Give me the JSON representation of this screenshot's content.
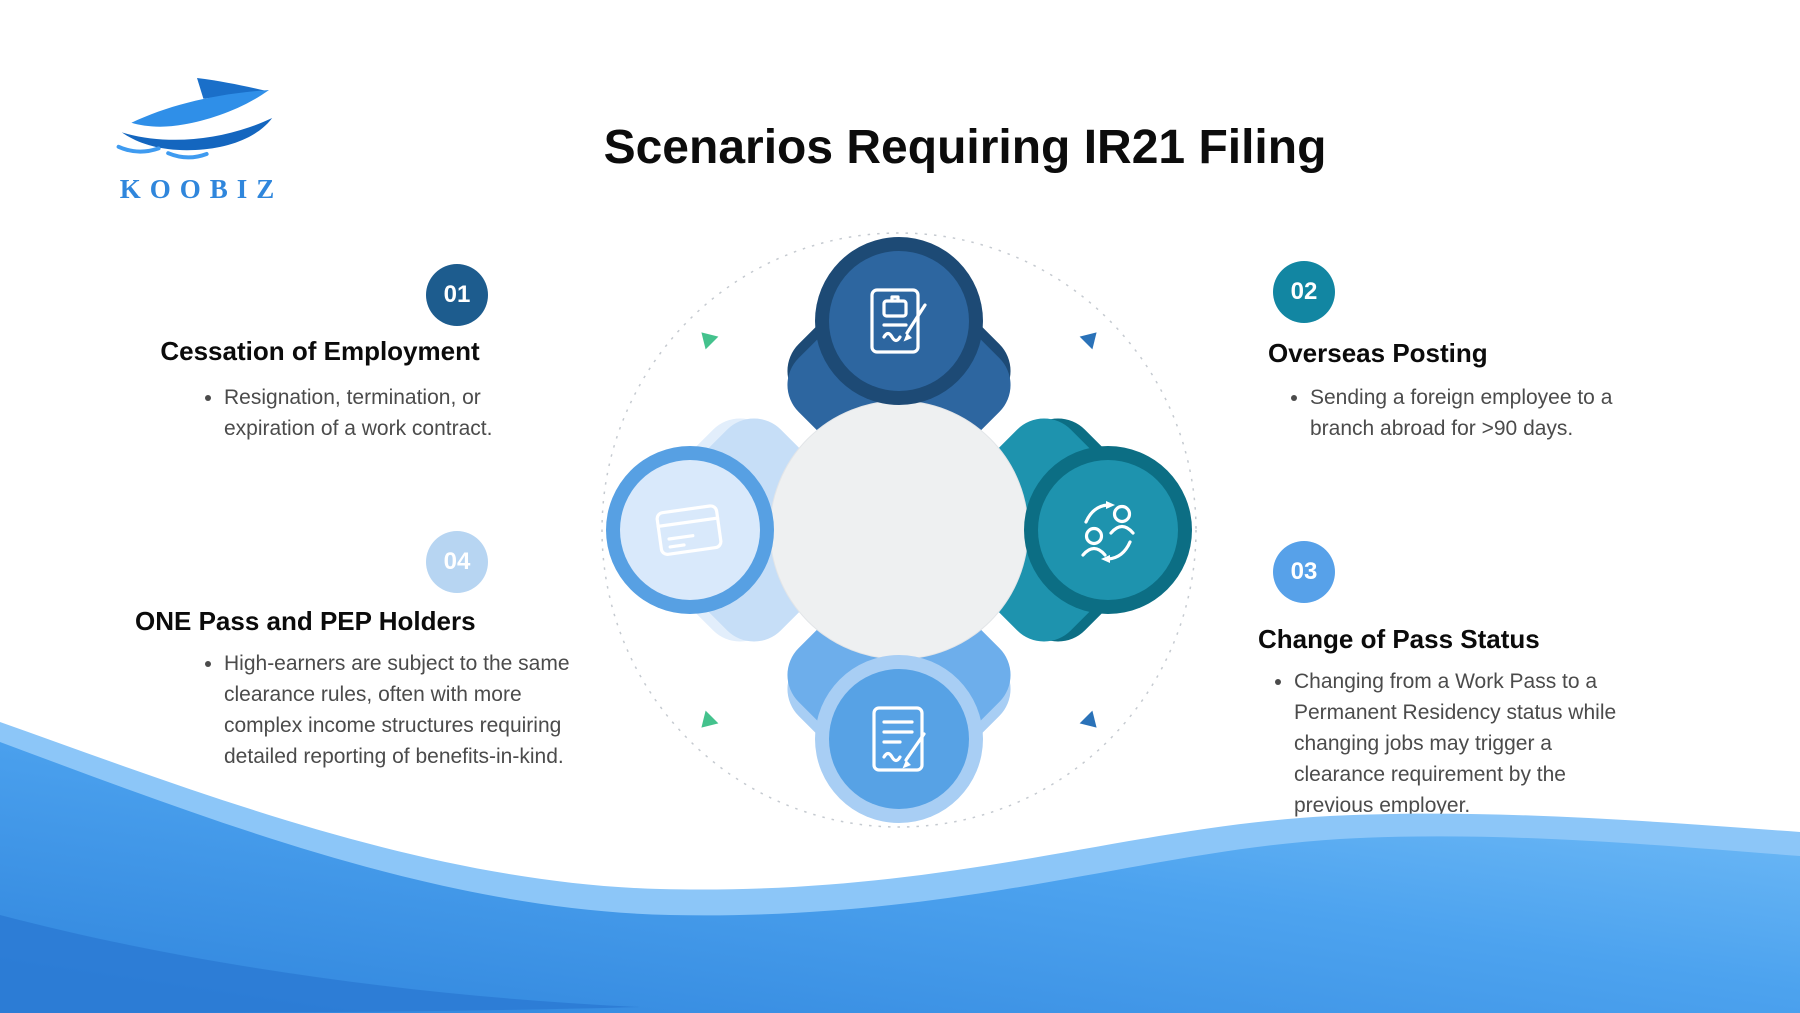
{
  "brand": {
    "name": "KOOBIZ"
  },
  "title": "Scenarios Requiring IR21 Filing",
  "scenarios": [
    {
      "number": "01",
      "heading": "Cessation of Employment",
      "body": "Resignation, termination, or expiration of a work contract.",
      "badge_color": "#1d5c8e"
    },
    {
      "number": "02",
      "heading": "Overseas Posting",
      "body": "Sending a foreign employee to a branch abroad for >90 days.",
      "badge_color": "#1286a2"
    },
    {
      "number": "03",
      "heading": "Change of Pass Status",
      "body": "Changing from a Work Pass to a Permanent Residency status while changing jobs may trigger a clearance requirement by the previous employer.",
      "badge_color": "#57a1e9"
    },
    {
      "number": "04",
      "heading": "ONE Pass and PEP Holders",
      "body": "High-earners are subject to the same clearance rules, often with more complex income structures requiring detailed reporting of benefits-in-kind.",
      "badge_color": "#b7d5f2"
    }
  ],
  "diagram": {
    "center_color": "#eef0f1",
    "nodes": [
      {
        "position": "top",
        "icon": "employment-contract-icon",
        "color": "#2d66a0",
        "ring_color": "#1d4a75"
      },
      {
        "position": "right",
        "icon": "employee-transfer-icon",
        "color": "#1e93ae",
        "ring_color": "#0c6e84"
      },
      {
        "position": "bottom",
        "icon": "signed-document-icon",
        "color": "#57a2e5",
        "ring_color": "#a8cef4"
      },
      {
        "position": "left",
        "icon": "pass-card-icon",
        "color": "#d9e9fb",
        "ring_color": "#57a0e3"
      }
    ],
    "arrow_colors": {
      "left_side": "#44c28d",
      "right_side": "#2a72b8"
    }
  },
  "wave_colors": {
    "front_start": "#2f84dc",
    "front_end": "#7cc3f9",
    "back": "#8cc6f8",
    "deep": "#2b7ad3"
  }
}
